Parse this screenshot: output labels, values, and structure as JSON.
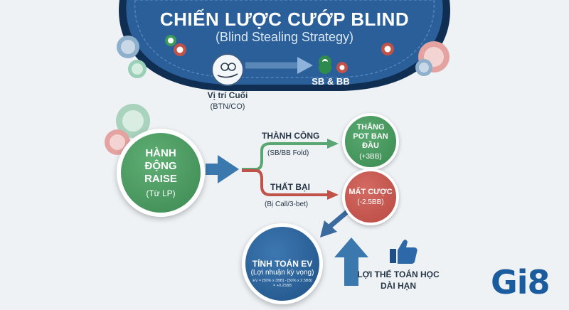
{
  "header": {
    "title": "CHIẾN LƯỢC CƯỚP BLIND",
    "subtitle": "(Blind Stealing Strategy)"
  },
  "table": {
    "position_label": "Vị trí Cuối",
    "position_sub": "(BTN/CO)",
    "target_label": "SB & BB"
  },
  "raise_node": {
    "title": "HÀNH ĐỘNG RAISE",
    "sub": "(Từ LP)"
  },
  "success_branch": {
    "label": "THÀNH CÔNG",
    "sub": "(SB/BB Fold)",
    "result_title": "THẮNG POT BAN ĐẦU",
    "result_value": "(+3BB)"
  },
  "fail_branch": {
    "label": "THẤT BẠI",
    "sub": "(Bị Call/3-bet)",
    "result_title": "MẤT CƯỢC",
    "result_value": "(-2.5BB)"
  },
  "ev_node": {
    "title": "TÍNH TOÁN EV",
    "sub": "(Lợi nhuận kỳ vọng)",
    "formula": "EV = [50% x 3BB] - [50% x 2.5BB]",
    "result": "= +0.25BB"
  },
  "math_advantage": {
    "label": "LỢI THẾ TOÁN HỌC DÀI HẠN"
  },
  "brand": {
    "logo_text": "Gi8"
  },
  "colors": {
    "table_blue": "#1f4f86",
    "felt_border": "#0f2e52",
    "green": "#3c8a52",
    "red": "#c0524a",
    "ev_blue": "#1f5286"
  }
}
